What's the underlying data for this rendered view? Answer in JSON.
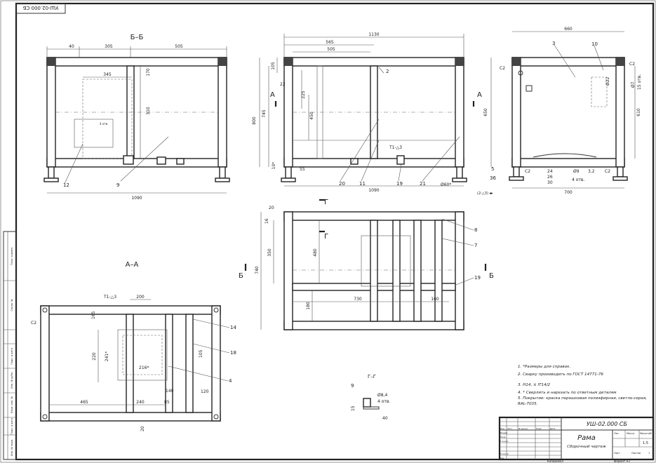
{
  "doc_code_rotated": "УШ-02.000 СБ",
  "views": {
    "section_bb": {
      "title": "Б–Б",
      "dims": [
        "40",
        "305",
        "505",
        "345",
        "170",
        "310",
        "1090"
      ],
      "labels": [
        "12",
        "9"
      ],
      "weld": "4 отв."
    },
    "front": {
      "dims": [
        "1130",
        "565",
        "505",
        "22",
        "225",
        "450",
        "800",
        "745",
        "105",
        "10*",
        "55",
        "1090",
        "Ø60*"
      ],
      "labels": [
        "2",
        "20",
        "11",
        "19",
        "21"
      ],
      "section_marks": [
        "А",
        "А"
      ],
      "weld": "T1-△3",
      "weld2": "(2-△3) ▬"
    },
    "side": {
      "dims": [
        "660",
        "C2",
        "C2",
        "Ø22",
        "Ø7",
        "15 отв.",
        "650",
        "610",
        "24",
        "26",
        "30",
        "Ø9",
        "4 отв.",
        "3,2",
        "C2",
        "C2",
        "5",
        "36",
        "700"
      ],
      "labels": [
        "3",
        "10"
      ]
    },
    "top": {
      "dims": [
        "20",
        "16",
        "350",
        "740",
        "480",
        "180",
        "730",
        "160"
      ],
      "labels": [
        "8",
        "7",
        "19"
      ],
      "section_marks": [
        "Г",
        "Г",
        "Б",
        "Б"
      ]
    },
    "section_aa": {
      "title": "А–А",
      "dims": [
        "200",
        "165",
        "220",
        "241*",
        "216*",
        "465",
        "240",
        "85",
        "140",
        "105",
        "120",
        "C2",
        "20"
      ],
      "labels": [
        "14",
        "18",
        "4"
      ],
      "weld": "T1-△3"
    },
    "section_gg": {
      "title": "Г–Г",
      "dims": [
        "9",
        "Ø8,4",
        "4 отв.",
        "15",
        "40"
      ]
    }
  },
  "notes": [
    "1.  *Размеры для справок.",
    "2.  Сварку производить по ГОСТ 14771-76",
    "3.  Н14, ± IT14/2",
    "4.  * Сверлить и нарезать по ответным деталям",
    "5.  Покрытие: краска порошковая полиэфирная, светло-серая,",
    "     RAL-7035."
  ],
  "title_block": {
    "designation": "УШ-02.000 СБ",
    "name": "Рама",
    "subtitle": "Сборочный чертеж",
    "col_lit": "Лит.",
    "col_mass": "Масса",
    "col_scale": "Масштаб",
    "scale_value": "1:5",
    "sheet_label": "Лист",
    "sheets_label": "Листов",
    "sheets_value": "1",
    "row_labels": [
      "Изм.",
      "Лист",
      "№ докум.",
      "Подп.",
      "Дата",
      "Разраб.",
      "Пров.",
      "Т.контр.",
      "Н.контр.",
      "Утв."
    ],
    "copied": "Копировал",
    "format": "Формат  А3"
  },
  "side_strip": [
    "Перв. примен.",
    "Справ. №",
    "Подп. и дата",
    "Инв. № дубл.",
    "Взам. инв. №",
    "Подп. и дата",
    "Инв. № подл."
  ]
}
